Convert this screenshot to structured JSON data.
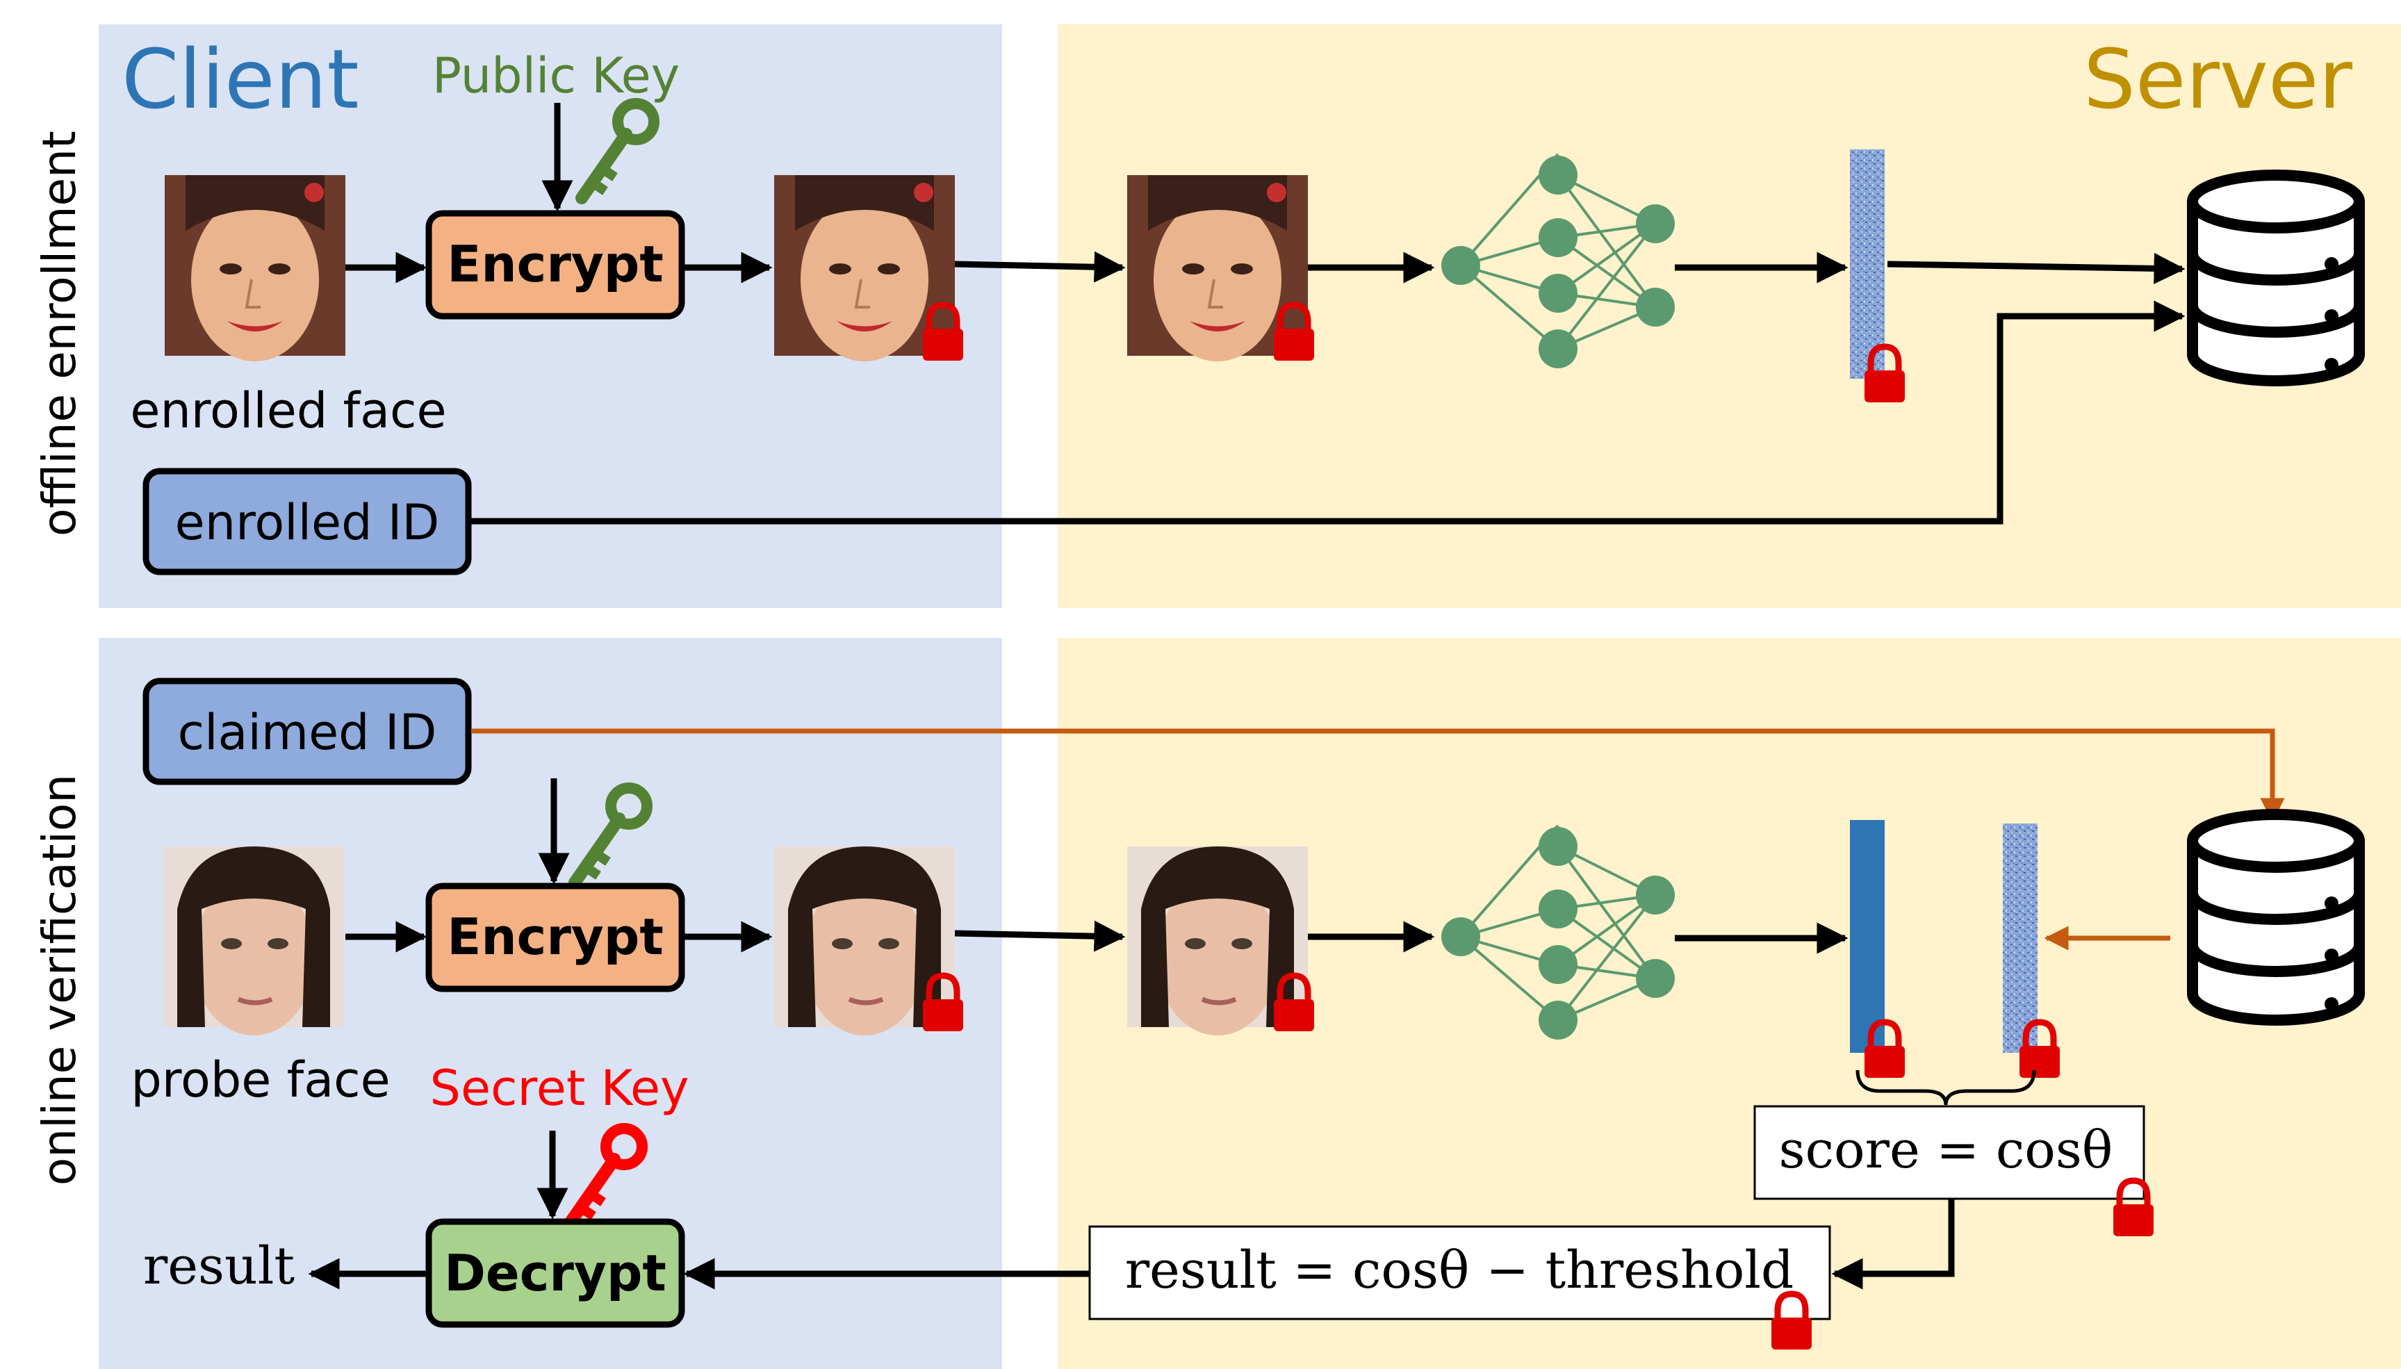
{
  "colors": {
    "client_bg": "#dae3f3",
    "server_bg": "#fff2cc",
    "client_title": "#2e75b6",
    "server_title": "#bf9000",
    "public_key": "#548235",
    "secret_key": "#ff0000",
    "encrypt_fill": "#f4b183",
    "decrypt_fill": "#a9d18e",
    "id_fill": "#8faadc",
    "node": "#5b9a6e",
    "lock": "#e00000",
    "orange_arrow": "#c55a11",
    "plain_vector": "#2e75b6"
  },
  "rows": {
    "offline": "offline enrollment",
    "online": "online verification"
  },
  "panels": {
    "client": "Client",
    "server": "Server"
  },
  "keys": {
    "public": "Public Key",
    "secret": "Secret Key"
  },
  "boxes": {
    "encrypt": "Encrypt",
    "decrypt": "Decrypt",
    "enrolled_id": "enrolled ID",
    "claimed_id": "claimed ID"
  },
  "captions": {
    "enrolled_face": "enrolled face",
    "probe_face": "probe face",
    "result": "result"
  },
  "formulas": {
    "score": "score = cosθ",
    "result": "result = cosθ − threshold"
  },
  "icons": [
    "key-icon",
    "lock-icon",
    "database-icon",
    "neural-network-icon",
    "face-image"
  ]
}
